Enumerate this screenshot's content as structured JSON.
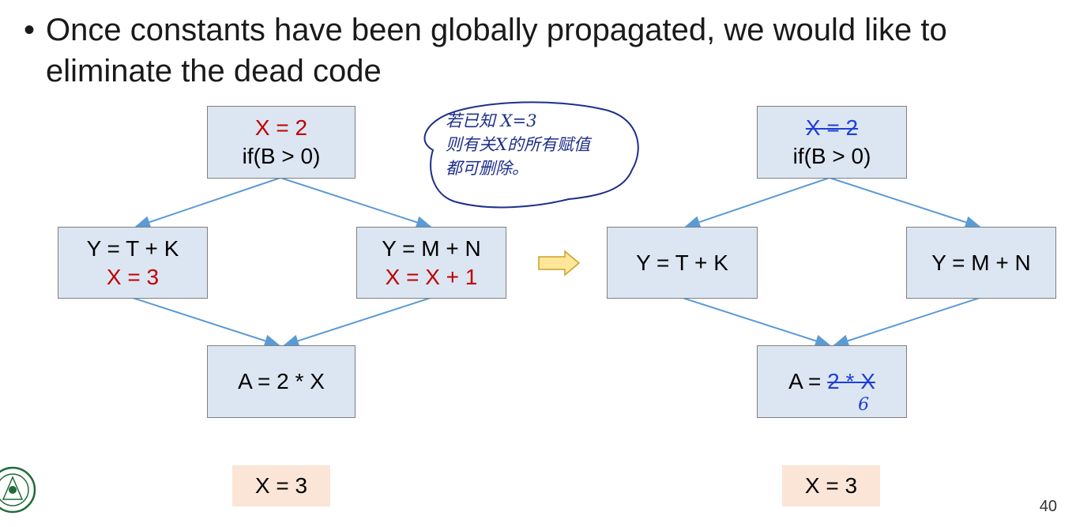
{
  "bullet": {
    "line1": "Once constants have been globally propagated, we would like to",
    "line2": "eliminate the dead code"
  },
  "left": {
    "entry": {
      "line1": "X = 2",
      "line2": "if(B > 0)"
    },
    "left_branch": {
      "line1": "Y = T + K",
      "line2": "X = 3"
    },
    "right_branch": {
      "line1": "Y = M + N",
      "line2": "X = X + 1"
    },
    "exit": {
      "line1": "A = 2 * X"
    },
    "result": "X = 3"
  },
  "right": {
    "entry": {
      "line1": "X = 2",
      "line2": "if(B > 0)"
    },
    "left_branch": {
      "line1": "Y = T + K"
    },
    "right_branch": {
      "line1": "Y = M + N"
    },
    "exit": {
      "prefix": "A = ",
      "struck": "2 * X",
      "replacement": "6"
    },
    "result": "X = 3"
  },
  "handwritten_note": {
    "line1": "若已知 X=3",
    "line2": "则有关X的所有赋值",
    "line3": "都可删除。"
  },
  "page_number": "40",
  "colors": {
    "node_fill": "#dce6f2",
    "node_border": "#7f7f7f",
    "edge": "#5b9bd5",
    "highlight_red": "#c00000",
    "result_fill": "#fbe5d6",
    "arrow_fill": "#ffe699",
    "ink_blue": "#1f3fd6"
  },
  "icons": {
    "transform_arrow": "right-arrow-icon",
    "logo": "university-seal-logo"
  }
}
